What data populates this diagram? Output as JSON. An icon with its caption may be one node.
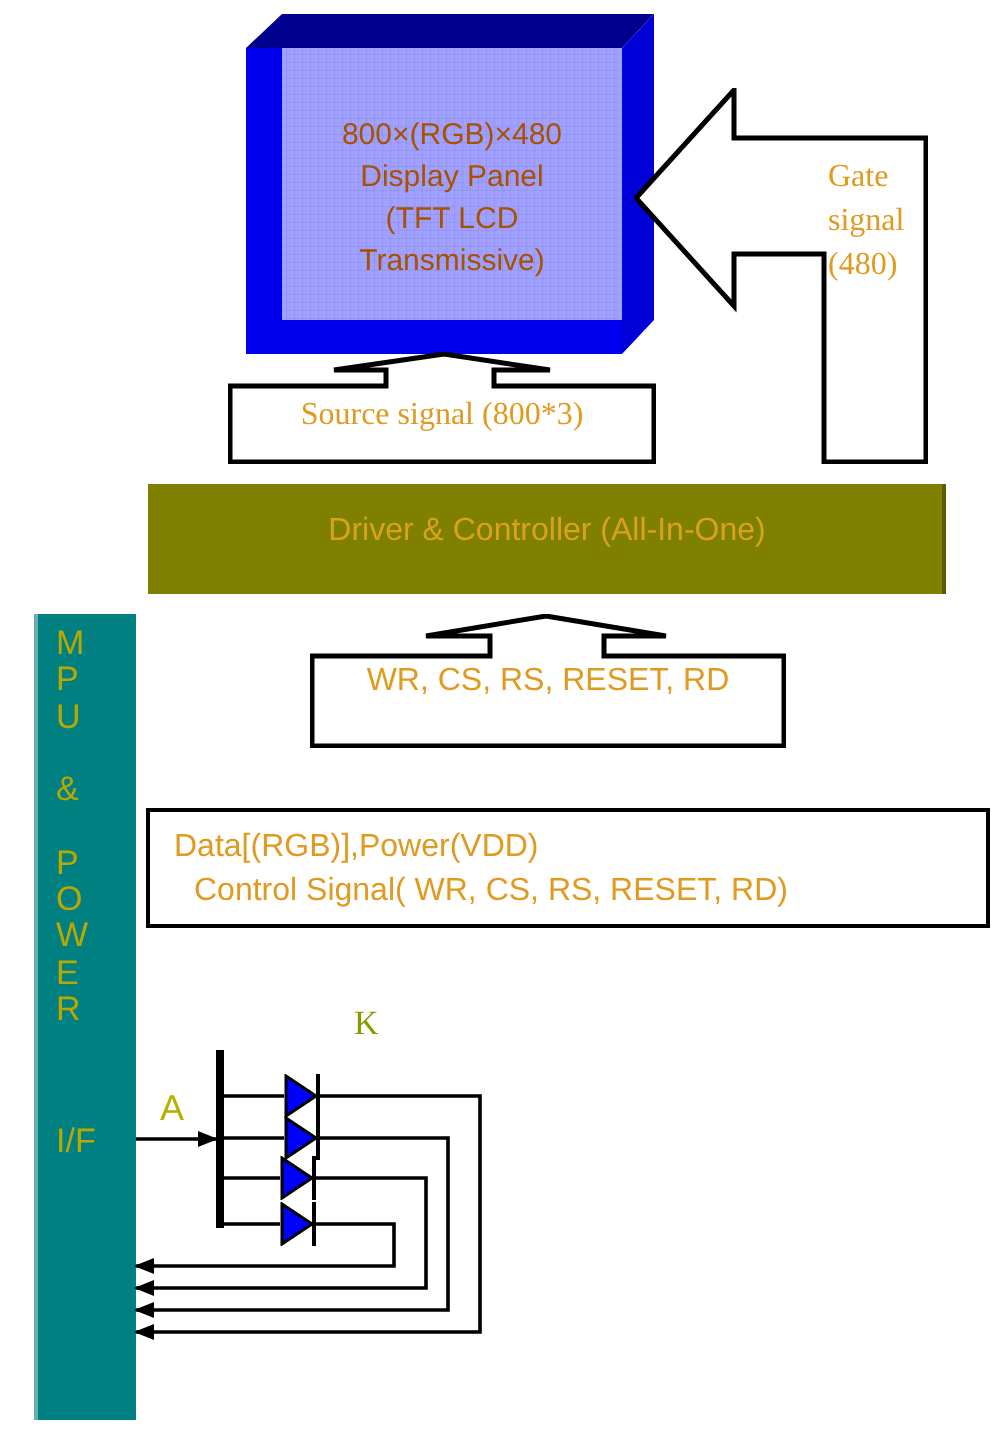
{
  "diagram": {
    "nodes": [
      {
        "text": [
          "800×(RGB)×480 Display Panel (TFT LCD Transmissive)"
        ]
      },
      {
        "text": [
          "Source signal (800*3)"
        ]
      },
      {
        "text": [
          "Gate signal (480)"
        ]
      },
      {
        "text": [
          "Driver & Controller (All-In-One)"
        ]
      },
      {
        "text": [
          "MPU & POWER",
          "I/F"
        ]
      },
      {
        "text": [
          "WR, CS, RS, RESET, RD"
        ]
      },
      {
        "text": [
          "Data[(RGB)],Power(VDD)",
          "Control Signal( WR, CS, RS, RESET, RD)"
        ]
      },
      {
        "text": [],
        "shape": "bar"
      },
      {
        "text": [],
        "shape": "diode"
      },
      {
        "text": [],
        "shape": "diode"
      },
      {
        "text": [],
        "shape": "diode"
      },
      {
        "text": [],
        "shape": "diode"
      }
    ],
    "edges": [
      {
        "from": 4,
        "to": 7,
        "arrow": "to"
      },
      {
        "from": 7,
        "to": 8,
        "arrow": "none"
      },
      {
        "from": 7,
        "to": 9,
        "arrow": "none"
      },
      {
        "from": 7,
        "to": 10,
        "arrow": "none"
      },
      {
        "from": 7,
        "to": 11,
        "arrow": "none"
      },
      {
        "from": 8,
        "to": 4,
        "arrow": "to"
      },
      {
        "from": 9,
        "to": 4,
        "arrow": "to"
      },
      {
        "from": 10,
        "to": 4,
        "arrow": "to"
      },
      {
        "from": 11,
        "to": 4,
        "arrow": "to"
      }
    ],
    "labels": [
      "K",
      "A"
    ]
  }
}
